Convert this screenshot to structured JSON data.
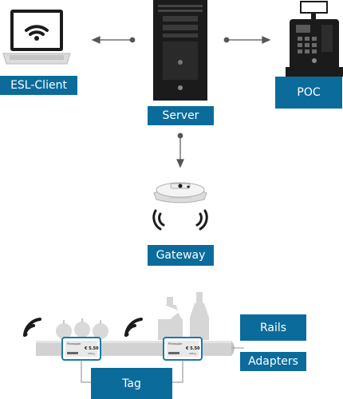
{
  "labels": {
    "esl_client": "ESL-Client",
    "poc": "POC",
    "server": "Server",
    "gateway": "Gateway",
    "rails": "Rails",
    "adapters": "Adapters",
    "tag": "Tag"
  },
  "price_tags": [
    {
      "product": "Pineapple",
      "price": "€ 5.50",
      "weight": "100 g"
    },
    {
      "product": "Pineapple",
      "price": "€ 5.50",
      "weight": "100 g"
    }
  ],
  "colors": {
    "label_blue": "#0b6c9c",
    "device_dark": "#1b1b1b",
    "arrow": "#555555",
    "rail_gray": "#cfcfcf",
    "tag_frame_blue": "#1a79ad"
  },
  "icons": [
    "laptop-icon",
    "wifi-icon",
    "server-tower-icon",
    "cash-register-icon",
    "gateway-icon",
    "signal-waves-icon",
    "apple-icon",
    "bottle-icon"
  ]
}
